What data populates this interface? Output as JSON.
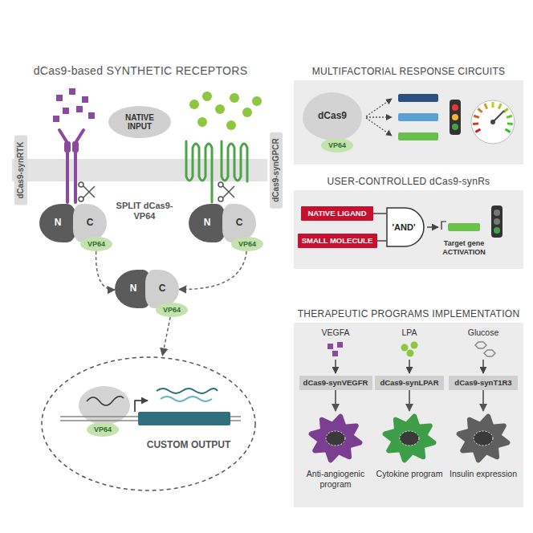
{
  "diagram": {
    "title": "dCas9-based SYNTHETIC RECEPTORS",
    "nodes": [
      {
        "text": [
          "NATIVE INPUT"
        ]
      },
      {
        "text": [
          "N"
        ]
      },
      {
        "text": [
          "C"
        ]
      },
      {
        "text": [
          "VP64"
        ]
      },
      {
        "text": [
          "N"
        ]
      },
      {
        "text": [
          "C"
        ]
      },
      {
        "text": [
          "VP64"
        ]
      },
      {
        "text": [
          "N"
        ]
      },
      {
        "text": [
          "C"
        ]
      },
      {
        "text": [
          "VP64"
        ]
      },
      {
        "text": [
          "CUSTOM OUTPUT"
        ]
      },
      {
        "text": [
          "VP64"
        ],
        "in": 10
      },
      {
        "text": [
          "MULTIFACTORIAL RESPONSE CIRCUITS"
        ]
      },
      {
        "text": [
          "dCas9"
        ],
        "in": 12
      },
      {
        "text": [
          "VP64"
        ],
        "in": 12
      },
      {
        "text": [
          "USER-CONTROLLED dCas9-synRs"
        ]
      },
      {
        "text": [
          "NATIVE LIGAND"
        ],
        "in": 15
      },
      {
        "text": [
          "SMALL MOLECULE"
        ],
        "in": 15
      },
      {
        "text": [
          "'AND'"
        ],
        "in": 15
      },
      {
        "text": [
          "THERAPEUTIC PROGRAMS IMPLEMENTATION"
        ]
      },
      {
        "text": [
          "dCas9-synVEGFR"
        ],
        "in": 19
      },
      {
        "text": [
          "dCas9-synLPAR"
        ],
        "in": 19
      },
      {
        "text": [
          "dCas9-synT1R3"
        ],
        "in": 19
      },
      {
        "text": [
          "Anti-angiogenic program"
        ],
        "in": 19
      },
      {
        "text": [
          "Cytokine program"
        ],
        "in": 19
      },
      {
        "text": [
          "Insulin expression"
        ],
        "in": 19
      }
    ],
    "edges": [
      {
        "from": 3,
        "to": 7,
        "arrow": "to"
      },
      {
        "from": 6,
        "to": 8,
        "arrow": "to"
      },
      {
        "from": 9,
        "to": 10,
        "arrow": "to"
      },
      {
        "from": 16,
        "to": 18,
        "arrow": "none"
      },
      {
        "from": 17,
        "to": 18,
        "arrow": "none"
      },
      {
        "from": 20,
        "to": 23,
        "arrow": "to"
      },
      {
        "from": 21,
        "to": 24,
        "arrow": "to"
      },
      {
        "from": 22,
        "to": 25,
        "arrow": "to"
      }
    ],
    "labels": [
      "dCas9-synRTK",
      "dCas9-synGPCR",
      "SPLIT dCas9-VP64",
      "Target gene ACTIVATION",
      "VEGFA",
      "LPA",
      "Glucose"
    ]
  }
}
